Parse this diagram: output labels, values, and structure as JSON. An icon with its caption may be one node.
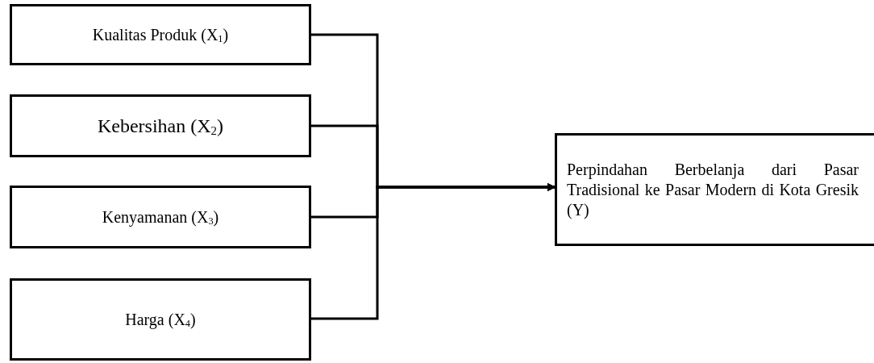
{
  "diagram": {
    "nodes": [
      {
        "text": [
          "Kualitas Produk (X$_{1}$)"
        ]
      },
      {
        "text": [
          "Kebersihan (X$_{2}$)"
        ]
      },
      {
        "text": [
          "Kenyamanan (X$_{3}$)"
        ]
      },
      {
        "text": [
          "Harga (X$_{4}$)"
        ]
      },
      {
        "text": [
          "Perpindahan Berbelanja dari Pasar Tradisional ke Pasar Modern di Kota Gresik (Y)"
        ]
      }
    ],
    "edges": [
      {
        "from": 0,
        "to": 4,
        "arrow": "to"
      },
      {
        "from": 1,
        "to": 4,
        "arrow": "to"
      },
      {
        "from": 2,
        "to": 4,
        "arrow": "to"
      },
      {
        "from": 3,
        "to": 4,
        "arrow": "to"
      }
    ]
  }
}
